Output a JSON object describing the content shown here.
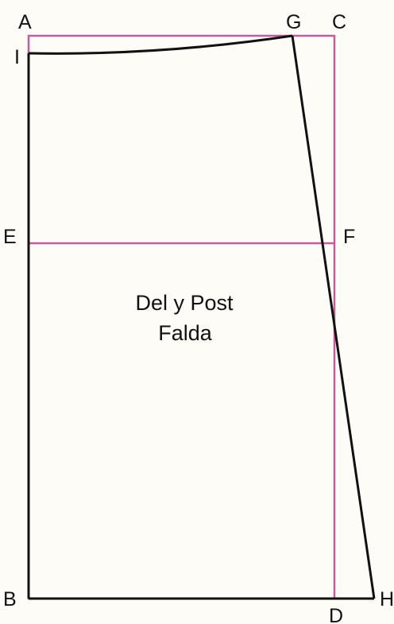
{
  "points": {
    "A": "A",
    "G": "G",
    "C": "C",
    "I": "I",
    "E": "E",
    "F": "F",
    "B": "B",
    "D": "D",
    "H": "H"
  },
  "piece_label": {
    "line1": "Del y Post",
    "line2": "Falda"
  },
  "colors": {
    "guide": "#c55a9f",
    "outline": "#111111",
    "background": "#fdfcf7"
  }
}
